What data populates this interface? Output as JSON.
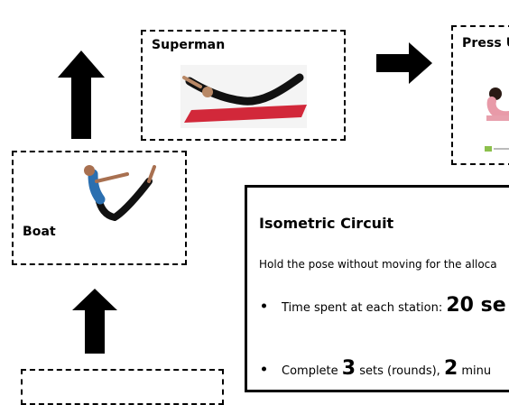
{
  "cards": {
    "superman": {
      "title": "Superman"
    },
    "press_up": {
      "title": "Press U"
    },
    "boat": {
      "title": "Boat"
    }
  },
  "info": {
    "title": "Isometric Circuit",
    "text": "Hold the pose without moving for the alloca",
    "bullet1": {
      "prefix": "Time spent at each station: ",
      "value": "20",
      "suffix": " se"
    },
    "bullet2": {
      "prefix": "Complete ",
      "sets": "3",
      "mid": " sets (rounds), ",
      "minutes": "2",
      "suffix": " minu"
    }
  },
  "icons": {
    "up_arrow": "arrow-up-icon",
    "right_arrow": "arrow-right-icon"
  }
}
